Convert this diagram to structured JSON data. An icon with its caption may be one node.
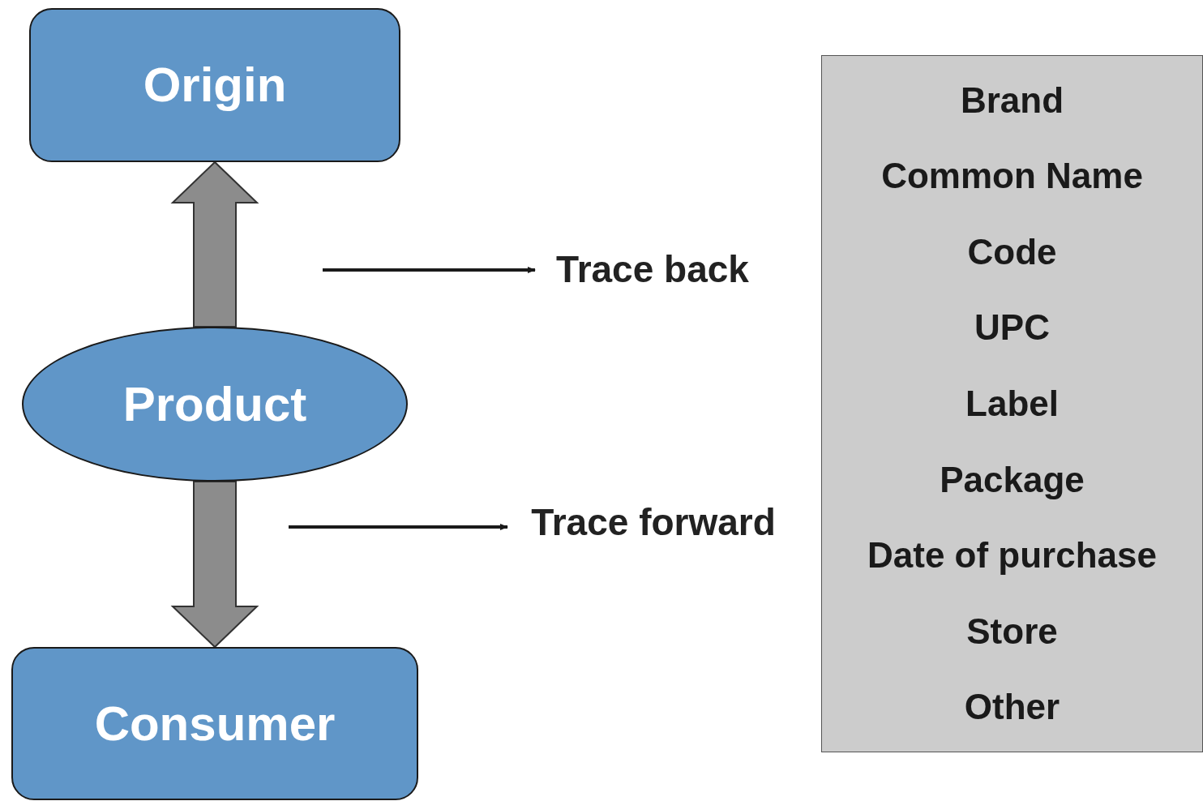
{
  "diagram": {
    "nodes": [
      {
        "text": [
          "Origin"
        ]
      },
      {
        "text": [
          "Product"
        ]
      },
      {
        "text": [
          "Consumer"
        ]
      },
      {
        "text": [
          "Trace back"
        ]
      },
      {
        "text": [
          "Trace forward"
        ]
      },
      {
        "text": [
          "Brand",
          "Common Name",
          "Code",
          "UPC",
          "Label",
          "Package",
          "Date of purchase",
          "Store",
          "Other"
        ]
      }
    ],
    "edges": [
      {
        "from": 1,
        "to": 0,
        "arrow": "to",
        "style": "thick",
        "color": "#8c8c8c"
      },
      {
        "from": 1,
        "to": 2,
        "arrow": "to",
        "style": "thick",
        "color": "#8c8c8c"
      },
      {
        "from": null,
        "to": 3,
        "arrow": "to"
      },
      {
        "from": null,
        "to": 4,
        "arrow": "to"
      }
    ]
  }
}
